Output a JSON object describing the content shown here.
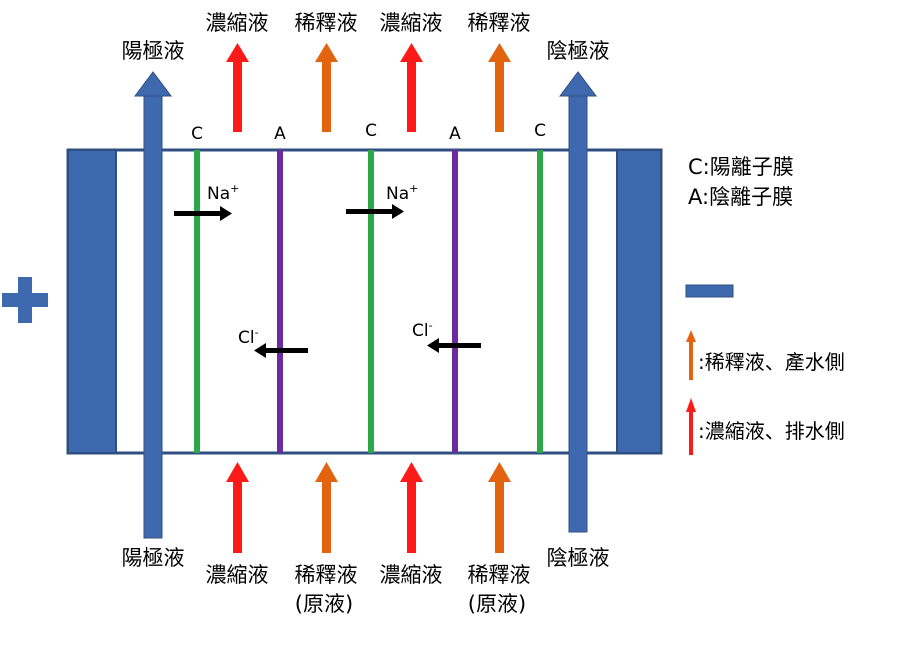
{
  "top_labels": {
    "anode_liquid": "陽極液",
    "concentrate_1": "濃縮液",
    "dilute_1": "稀釋液",
    "concentrate_2": "濃縮液",
    "dilute_2": "稀釋液",
    "cathode_liquid": "陰極液"
  },
  "bottom_labels": {
    "anode_liquid": "陽極液",
    "concentrate_1": "濃縮液",
    "dilute_1": "稀釋液",
    "dilute_1_sub": "(原液)",
    "concentrate_2": "濃縮液",
    "dilute_2": "稀釋液",
    "dilute_2_sub": "(原液)",
    "cathode_liquid": "陰極液"
  },
  "membranes": {
    "labels": [
      "C",
      "A",
      "C",
      "A",
      "C"
    ],
    "legend_cation": "C:陽離子膜",
    "legend_anion": "A:陰離子膜"
  },
  "ions": {
    "na_1": "Na",
    "na_1_sup": "+",
    "na_2": "Na",
    "na_2_sup": "+",
    "cl_1": "Cl",
    "cl_1_sup": "-",
    "cl_2": "Cl",
    "cl_2_sup": "-"
  },
  "legend": {
    "dilute_product": ":稀釋液、產水側",
    "concentrate_drain": ":濃縮液、排水側"
  },
  "colors": {
    "electrode_blue": "#3f69ae",
    "frame_outline": "#2f4f80",
    "cation_membrane": "#2ca84a",
    "anion_membrane": "#6a2ca0",
    "concentrate_arrow": "#ff1a1a",
    "dilute_arrow": "#e3640f",
    "ion_arrow": "#000000"
  }
}
